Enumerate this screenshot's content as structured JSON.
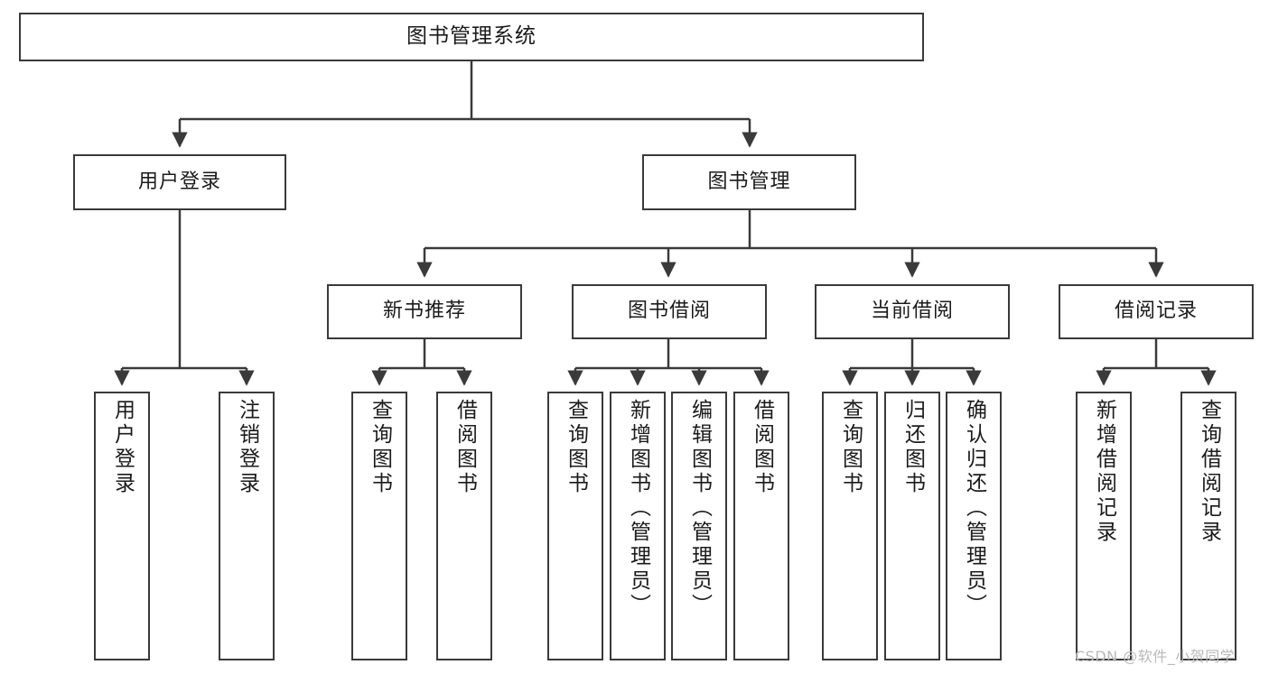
{
  "diagram": {
    "title": "图书管理系统",
    "type": "tree-hierarchy",
    "orientation": "top-down",
    "colors": {
      "box_border": "#3a3a3a",
      "box_fill": "#ffffff",
      "connector": "#3a3a3a",
      "text": "#1b1b1b",
      "watermark": "#b9b9b9",
      "background": "#ffffff"
    }
  },
  "nodes": {
    "root": {
      "label": "图书管理系统"
    },
    "level2": [
      {
        "label": "用户登录"
      },
      {
        "label": "图书管理"
      }
    ],
    "level3": [
      {
        "label": "新书推荐"
      },
      {
        "label": "图书借阅"
      },
      {
        "label": "当前借阅"
      },
      {
        "label": "借阅记录"
      }
    ],
    "leaves": {
      "user_login": [
        {
          "label": "用户登录"
        },
        {
          "label": "注销登录"
        }
      ],
      "new_book_recommend": [
        {
          "label": "查询图书"
        },
        {
          "label": "借阅图书"
        }
      ],
      "book_borrow": [
        {
          "label": "查询图书"
        },
        {
          "label": "新增图书（管理员）"
        },
        {
          "label": "编辑图书（管理员）"
        },
        {
          "label": "借阅图书"
        }
      ],
      "current_borrow": [
        {
          "label": "查询图书"
        },
        {
          "label": "归还图书"
        },
        {
          "label": "确认归还（管理员）"
        }
      ],
      "borrow_record": [
        {
          "label": "新增借阅记录"
        },
        {
          "label": "查询借阅记录"
        }
      ]
    }
  },
  "watermark": {
    "text": "CSDN @软件_小贺同学"
  }
}
